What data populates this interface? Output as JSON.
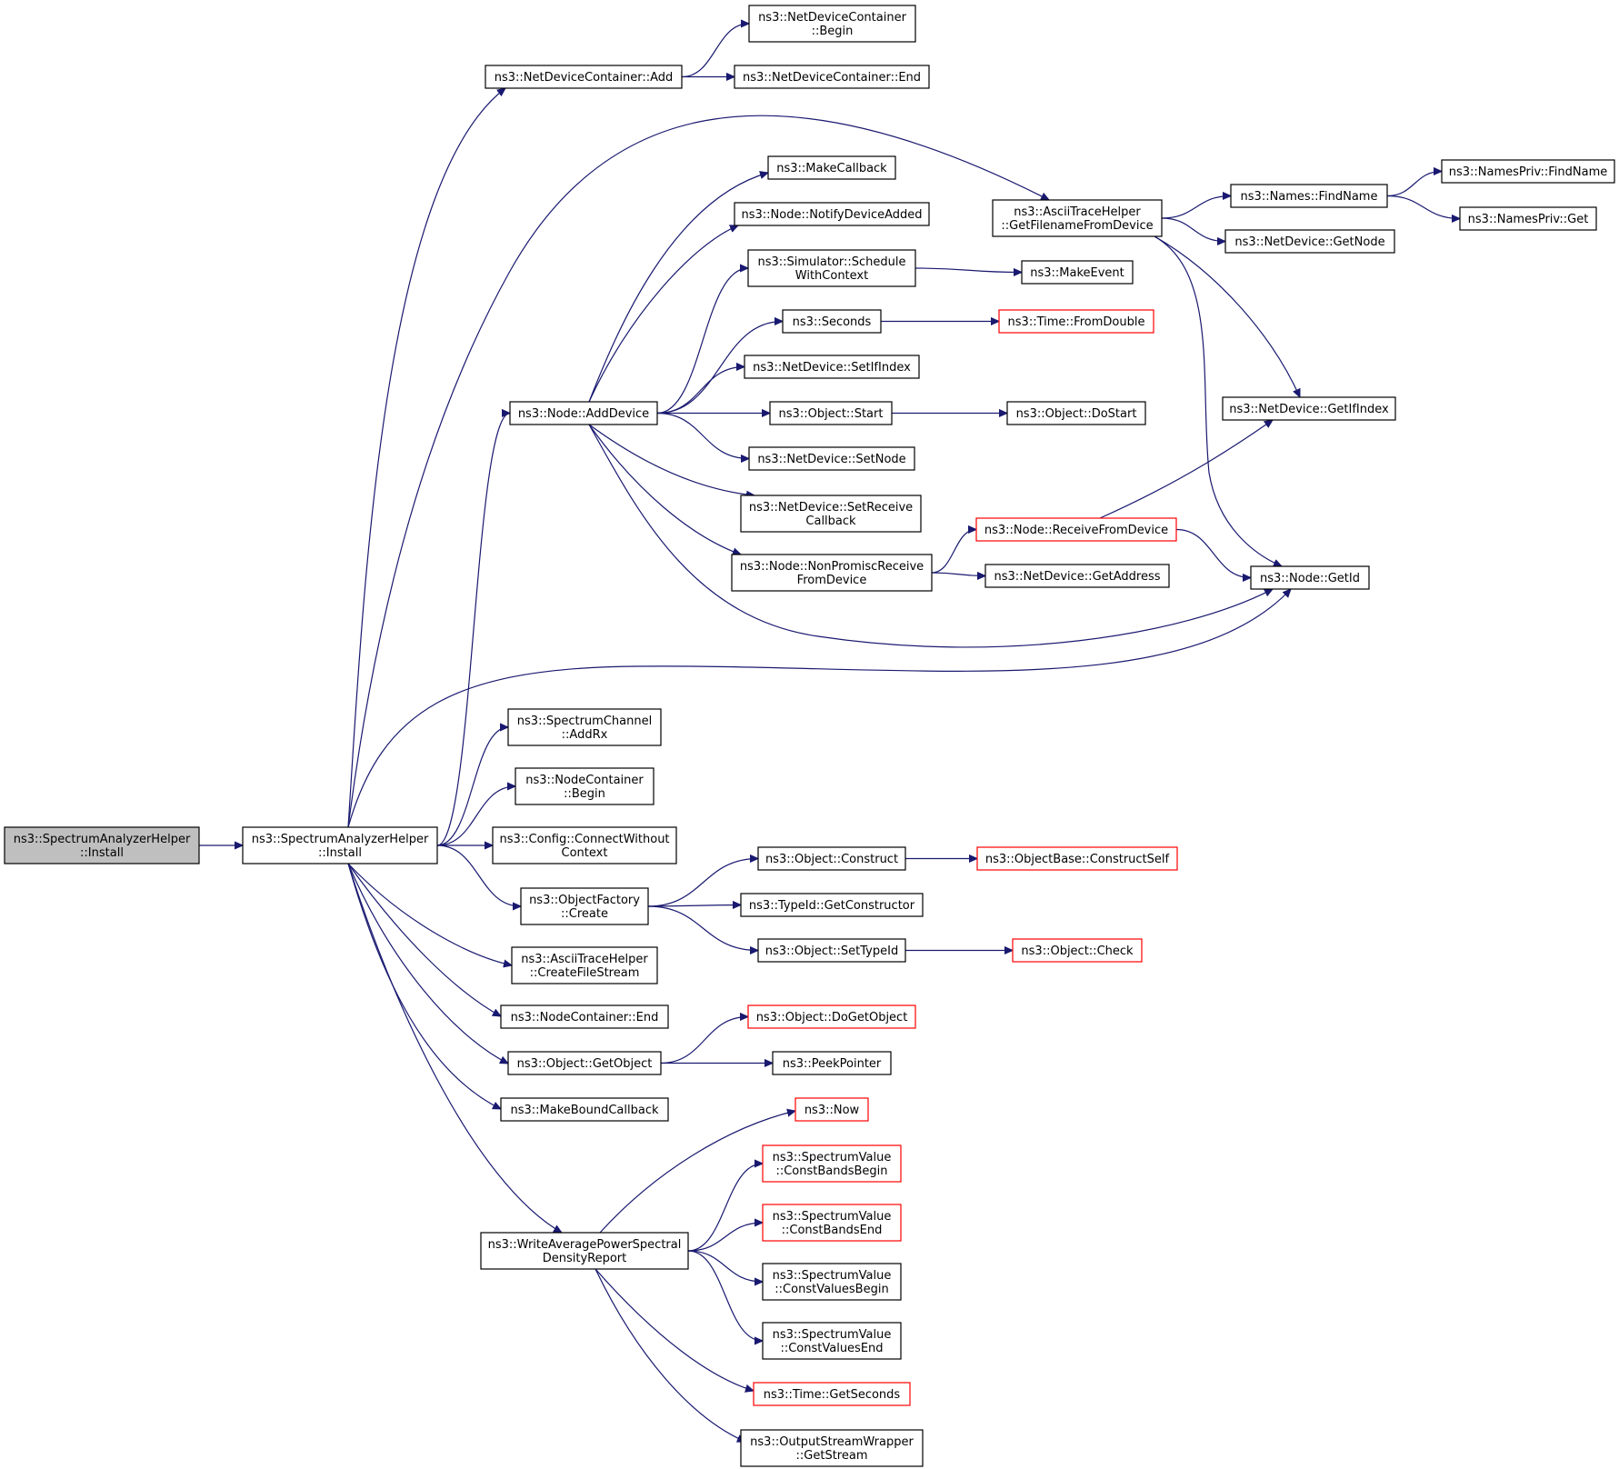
{
  "colors": {
    "edge": "#191970",
    "focus_fill": "#bfbfbf",
    "normal_border": "#000000",
    "truncated_border": "#ff0000",
    "background": "#ffffff"
  },
  "nodes": {
    "sah_install_root": {
      "lines": [
        "ns3::SpectrumAnalyzerHelper",
        "::Install"
      ],
      "focus": true
    },
    "sah_install": {
      "lines": [
        "ns3::SpectrumAnalyzerHelper",
        "::Install"
      ]
    },
    "ndc_add": {
      "lines": [
        "ns3::NetDeviceContainer::Add"
      ]
    },
    "ndc_begin": {
      "lines": [
        "ns3::NetDeviceContainer",
        "::Begin"
      ]
    },
    "ndc_end": {
      "lines": [
        "ns3::NetDeviceContainer::End"
      ]
    },
    "make_callback": {
      "lines": [
        "ns3::MakeCallback"
      ]
    },
    "node_notify": {
      "lines": [
        "ns3::Node::NotifyDeviceAdded"
      ]
    },
    "sim_schedule": {
      "lines": [
        "ns3::Simulator::Schedule",
        "WithContext"
      ]
    },
    "make_event": {
      "lines": [
        "ns3::MakeEvent"
      ]
    },
    "seconds": {
      "lines": [
        "ns3::Seconds"
      ]
    },
    "time_fromdouble": {
      "lines": [
        "ns3::Time::FromDouble"
      ],
      "truncated": true
    },
    "nd_setifindex": {
      "lines": [
        "ns3::NetDevice::SetIfIndex"
      ]
    },
    "node_adddevice": {
      "lines": [
        "ns3::Node::AddDevice"
      ]
    },
    "obj_start": {
      "lines": [
        "ns3::Object::Start"
      ]
    },
    "obj_dostart": {
      "lines": [
        "ns3::Object::DoStart"
      ]
    },
    "nd_setnode": {
      "lines": [
        "ns3::NetDevice::SetNode"
      ]
    },
    "nd_setreceive": {
      "lines": [
        "ns3::NetDevice::SetReceive",
        "Callback"
      ]
    },
    "node_nonpromisc": {
      "lines": [
        "ns3::Node::NonPromiscReceive",
        "FromDevice"
      ]
    },
    "node_receive": {
      "lines": [
        "ns3::Node::ReceiveFromDevice"
      ],
      "truncated": true
    },
    "nd_getaddress": {
      "lines": [
        "ns3::NetDevice::GetAddress"
      ]
    },
    "ath_getfilename": {
      "lines": [
        "ns3::AsciiTraceHelper",
        "::GetFilenameFromDevice"
      ]
    },
    "names_findname": {
      "lines": [
        "ns3::Names::FindName"
      ]
    },
    "namespriv_findname": {
      "lines": [
        "ns3::NamesPriv::FindName"
      ]
    },
    "namespriv_get": {
      "lines": [
        "ns3::NamesPriv::Get"
      ]
    },
    "nd_getnode": {
      "lines": [
        "ns3::NetDevice::GetNode"
      ]
    },
    "nd_getifindex": {
      "lines": [
        "ns3::NetDevice::GetIfIndex"
      ]
    },
    "node_getid": {
      "lines": [
        "ns3::Node::GetId"
      ]
    },
    "sc_addrx": {
      "lines": [
        "ns3::SpectrumChannel",
        "::AddRx"
      ]
    },
    "nc_begin": {
      "lines": [
        "ns3::NodeContainer",
        "::Begin"
      ]
    },
    "config_connect": {
      "lines": [
        "ns3::Config::ConnectWithout",
        "Context"
      ]
    },
    "of_create": {
      "lines": [
        "ns3::ObjectFactory",
        "::Create"
      ]
    },
    "obj_construct": {
      "lines": [
        "ns3::Object::Construct"
      ]
    },
    "ob_constructself": {
      "lines": [
        "ns3::ObjectBase::ConstructSelf"
      ],
      "truncated": true
    },
    "typeid_getctor": {
      "lines": [
        "ns3::TypeId::GetConstructor"
      ]
    },
    "obj_settypeid": {
      "lines": [
        "ns3::Object::SetTypeId"
      ]
    },
    "obj_check": {
      "lines": [
        "ns3::Object::Check"
      ],
      "truncated": true
    },
    "ath_createfile": {
      "lines": [
        "ns3::AsciiTraceHelper",
        "::CreateFileStream"
      ]
    },
    "nc_end": {
      "lines": [
        "ns3::NodeContainer::End"
      ]
    },
    "obj_getobject": {
      "lines": [
        "ns3::Object::GetObject"
      ]
    },
    "obj_dogetobject": {
      "lines": [
        "ns3::Object::DoGetObject"
      ],
      "truncated": true
    },
    "peekpointer": {
      "lines": [
        "ns3::PeekPointer"
      ]
    },
    "makeboundcallback": {
      "lines": [
        "ns3::MakeBoundCallback"
      ]
    },
    "write_apsd": {
      "lines": [
        "ns3::WriteAveragePowerSpectral",
        "DensityReport"
      ]
    },
    "now": {
      "lines": [
        "ns3::Now"
      ],
      "truncated": true
    },
    "sv_cbbegin": {
      "lines": [
        "ns3::SpectrumValue",
        "::ConstBandsBegin"
      ],
      "truncated": true
    },
    "sv_cbend": {
      "lines": [
        "ns3::SpectrumValue",
        "::ConstBandsEnd"
      ],
      "truncated": true
    },
    "sv_cvbegin": {
      "lines": [
        "ns3::SpectrumValue",
        "::ConstValuesBegin"
      ]
    },
    "sv_cvend": {
      "lines": [
        "ns3::SpectrumValue",
        "::ConstValuesEnd"
      ]
    },
    "time_getseconds": {
      "lines": [
        "ns3::Time::GetSeconds"
      ],
      "truncated": true
    },
    "osw_getstream": {
      "lines": [
        "ns3::OutputStreamWrapper",
        "::GetStream"
      ]
    }
  },
  "edges": [
    [
      "sah_install_root",
      "sah_install"
    ],
    [
      "sah_install",
      "ndc_add"
    ],
    [
      "sah_install",
      "ath_getfilename"
    ],
    [
      "sah_install",
      "node_adddevice"
    ],
    [
      "sah_install",
      "node_getid"
    ],
    [
      "sah_install",
      "sc_addrx"
    ],
    [
      "sah_install",
      "nc_begin"
    ],
    [
      "sah_install",
      "config_connect"
    ],
    [
      "sah_install",
      "of_create"
    ],
    [
      "sah_install",
      "ath_createfile"
    ],
    [
      "sah_install",
      "nc_end"
    ],
    [
      "sah_install",
      "obj_getobject"
    ],
    [
      "sah_install",
      "makeboundcallback"
    ],
    [
      "sah_install",
      "write_apsd"
    ],
    [
      "ndc_add",
      "ndc_begin"
    ],
    [
      "ndc_add",
      "ndc_end"
    ],
    [
      "node_adddevice",
      "make_callback"
    ],
    [
      "node_adddevice",
      "node_notify"
    ],
    [
      "node_adddevice",
      "sim_schedule"
    ],
    [
      "node_adddevice",
      "seconds"
    ],
    [
      "node_adddevice",
      "nd_setifindex"
    ],
    [
      "node_adddevice",
      "obj_start"
    ],
    [
      "node_adddevice",
      "nd_setnode"
    ],
    [
      "node_adddevice",
      "nd_setreceive"
    ],
    [
      "node_adddevice",
      "node_nonpromisc"
    ],
    [
      "node_adddevice",
      "node_getid"
    ],
    [
      "sim_schedule",
      "make_event"
    ],
    [
      "seconds",
      "time_fromdouble"
    ],
    [
      "obj_start",
      "obj_dostart"
    ],
    [
      "node_nonpromisc",
      "node_receive"
    ],
    [
      "node_nonpromisc",
      "nd_getaddress"
    ],
    [
      "node_receive",
      "nd_getifindex"
    ],
    [
      "node_receive",
      "node_getid"
    ],
    [
      "ath_getfilename",
      "names_findname"
    ],
    [
      "ath_getfilename",
      "nd_getnode"
    ],
    [
      "ath_getfilename",
      "nd_getifindex"
    ],
    [
      "ath_getfilename",
      "node_getid"
    ],
    [
      "names_findname",
      "namespriv_findname"
    ],
    [
      "names_findname",
      "namespriv_get"
    ],
    [
      "of_create",
      "obj_construct"
    ],
    [
      "of_create",
      "typeid_getctor"
    ],
    [
      "of_create",
      "obj_settypeid"
    ],
    [
      "obj_construct",
      "ob_constructself"
    ],
    [
      "obj_settypeid",
      "obj_check"
    ],
    [
      "obj_getobject",
      "obj_dogetobject"
    ],
    [
      "obj_getobject",
      "peekpointer"
    ],
    [
      "write_apsd",
      "now"
    ],
    [
      "write_apsd",
      "sv_cbbegin"
    ],
    [
      "write_apsd",
      "sv_cbend"
    ],
    [
      "write_apsd",
      "sv_cvbegin"
    ],
    [
      "write_apsd",
      "sv_cvend"
    ],
    [
      "write_apsd",
      "time_getseconds"
    ],
    [
      "write_apsd",
      "osw_getstream"
    ]
  ]
}
